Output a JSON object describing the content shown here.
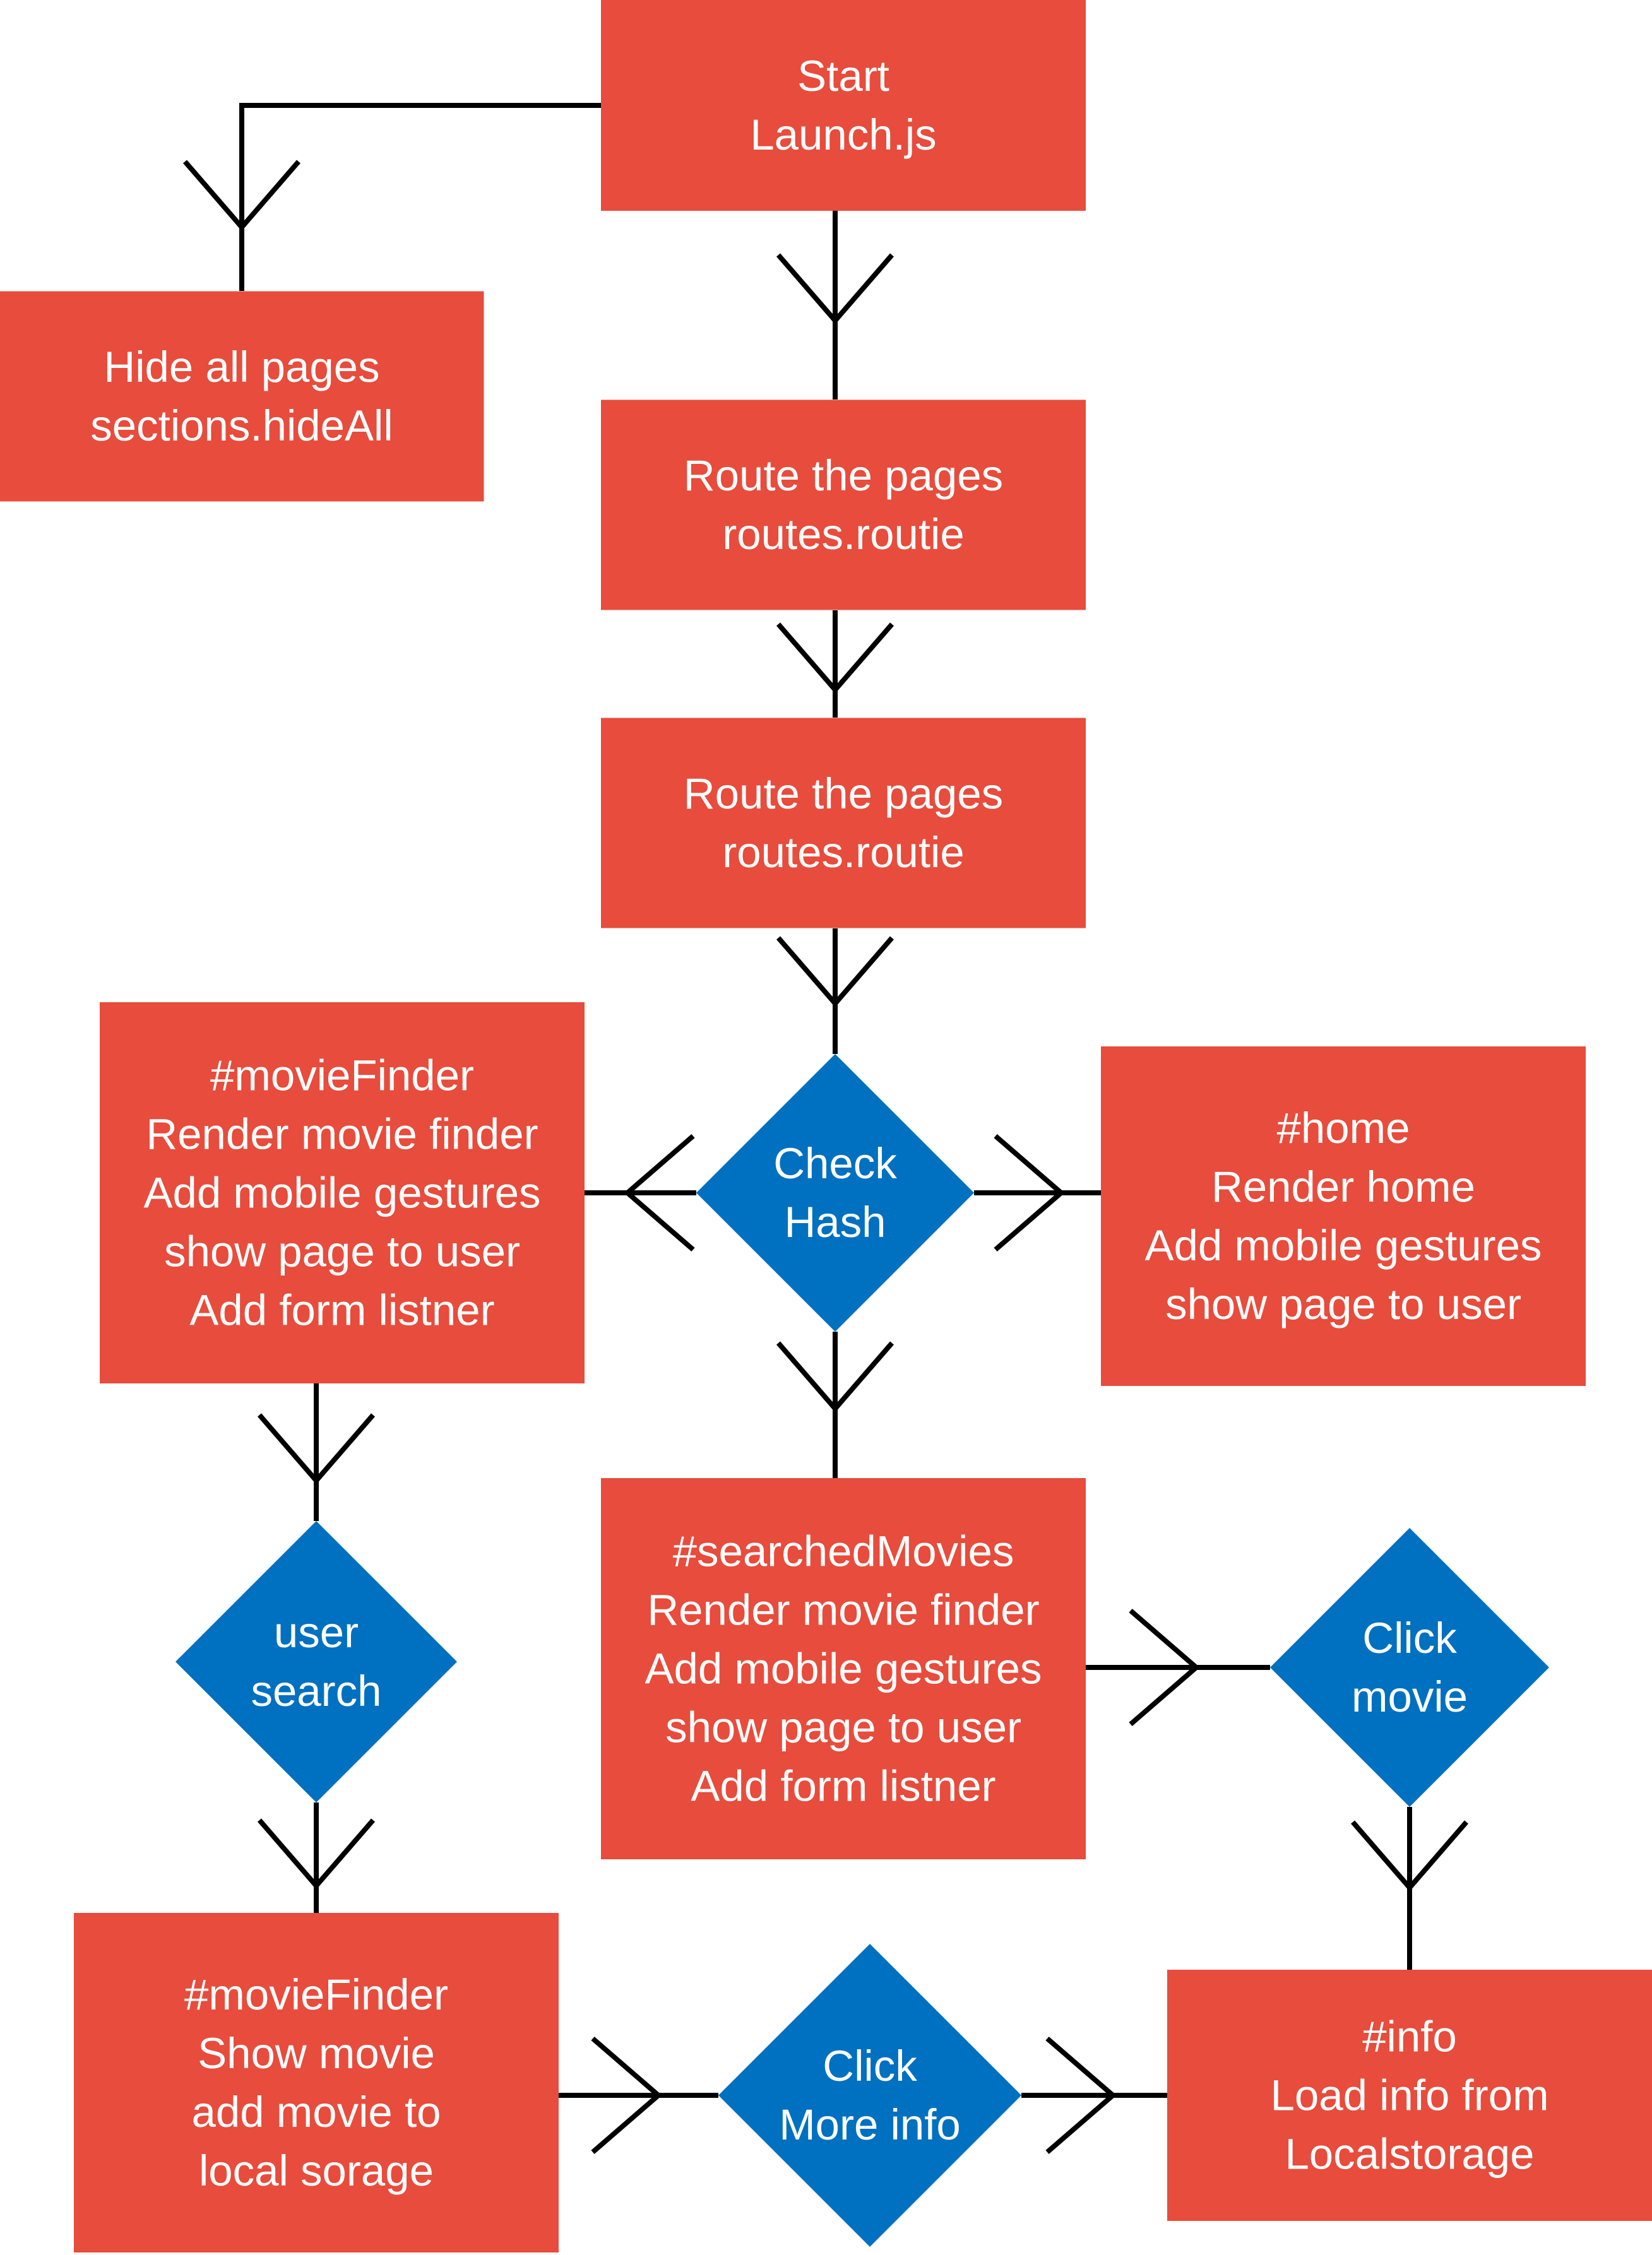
{
  "colors": {
    "process_fill": "#E74C3C",
    "decision_fill": "#0070C0",
    "text": "#FFFFFF",
    "connector": "#000000",
    "background": "#FFFFFF"
  },
  "nodes": {
    "start": {
      "shape": "process",
      "lines": [
        "Start",
        "Launch.js"
      ]
    },
    "hide_all": {
      "shape": "process",
      "lines": [
        "Hide all pages",
        "sections.hideAll"
      ]
    },
    "route_1": {
      "shape": "process",
      "lines": [
        "Route the pages",
        "routes.routie"
      ]
    },
    "route_2": {
      "shape": "process",
      "lines": [
        "Route the pages",
        "routes.routie"
      ]
    },
    "check_hash": {
      "shape": "decision",
      "lines": [
        "Check",
        "Hash"
      ]
    },
    "movie_finder": {
      "shape": "process",
      "lines": [
        "#movieFinder",
        "Render movie finder",
        "Add mobile gestures",
        "show page to user",
        "Add form listner"
      ]
    },
    "home": {
      "shape": "process",
      "lines": [
        "#home",
        "Render home",
        "Add mobile gestures",
        "show page to user"
      ]
    },
    "searched_movies": {
      "shape": "process",
      "lines": [
        "#searchedMovies",
        "Render movie finder",
        "Add mobile gestures",
        "show page to user",
        "Add form listner"
      ]
    },
    "user_search": {
      "shape": "decision",
      "lines": [
        "user",
        "search"
      ]
    },
    "click_movie": {
      "shape": "decision",
      "lines": [
        "Click",
        "movie"
      ]
    },
    "movie_finder_show": {
      "shape": "process",
      "lines": [
        "#movieFinder",
        "Show movie",
        "add movie to",
        "local sorage"
      ]
    },
    "click_more_info": {
      "shape": "decision",
      "lines": [
        "Click",
        "More info"
      ]
    },
    "info": {
      "shape": "process",
      "lines": [
        "#info",
        "Load info from",
        "Localstorage"
      ]
    }
  },
  "edges": [
    {
      "from": "start",
      "to": "hide_all"
    },
    {
      "from": "start",
      "to": "route_1"
    },
    {
      "from": "route_1",
      "to": "route_2"
    },
    {
      "from": "route_2",
      "to": "check_hash"
    },
    {
      "from": "check_hash",
      "to": "movie_finder"
    },
    {
      "from": "check_hash",
      "to": "home"
    },
    {
      "from": "check_hash",
      "to": "searched_movies"
    },
    {
      "from": "movie_finder",
      "to": "user_search"
    },
    {
      "from": "user_search",
      "to": "movie_finder_show"
    },
    {
      "from": "searched_movies",
      "to": "click_movie"
    },
    {
      "from": "click_movie",
      "to": "info"
    },
    {
      "from": "movie_finder_show",
      "to": "click_more_info"
    },
    {
      "from": "click_more_info",
      "to": "info"
    }
  ]
}
